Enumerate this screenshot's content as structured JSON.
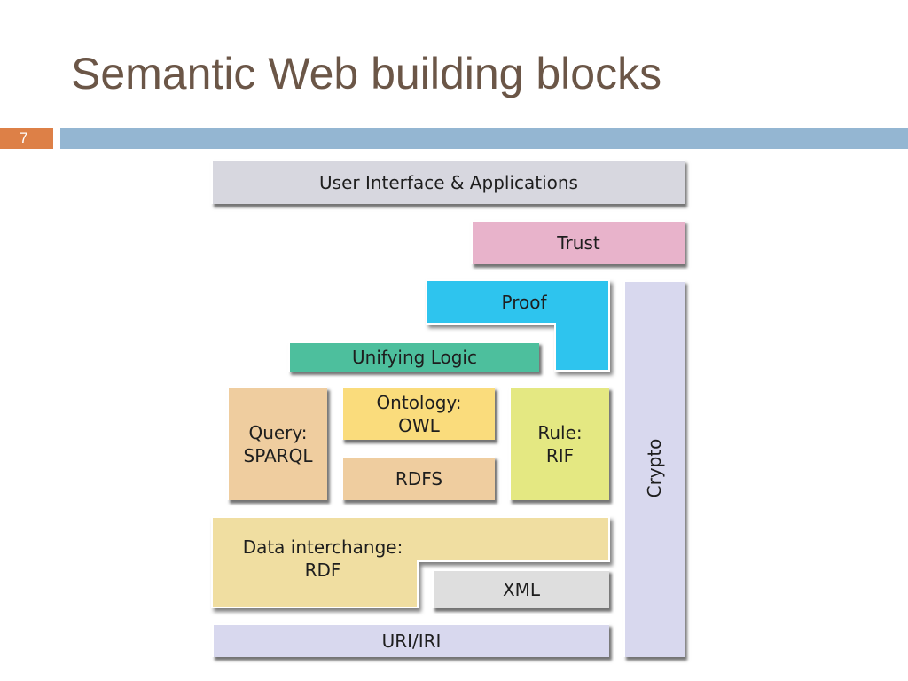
{
  "slide": {
    "title": "Semantic Web building blocks",
    "page_number": "7"
  },
  "colors": {
    "title": "#6b5647",
    "page_number_badge": "#dd8047",
    "header_bar": "#94b6d2",
    "ui_apps": "#d7d7df",
    "trust": "#e8b3cb",
    "proof": "#2fc4ee",
    "unifying_logic": "#4dbf9d",
    "query": "#efcd9f",
    "ontology": "#fadc7c",
    "rdfs": "#efcd9f",
    "rule": "#e4e882",
    "data_interchange": "#f0dea1",
    "xml": "#dedede",
    "uri": "#d8d8ee",
    "crypto": "#d8d8ee"
  },
  "diagram": {
    "user_interface": "User Interface & Applications",
    "trust": "Trust",
    "proof": "Proof",
    "unifying_logic": "Unifying Logic",
    "query": "Query:\nSPARQL",
    "ontology": "Ontology:\nOWL",
    "rdfs": "RDFS",
    "rule": "Rule:\nRIF",
    "data_interchange": "Data interchange:\nRDF",
    "xml": "XML",
    "uri": "URI/IRI",
    "crypto": "Crypto"
  }
}
